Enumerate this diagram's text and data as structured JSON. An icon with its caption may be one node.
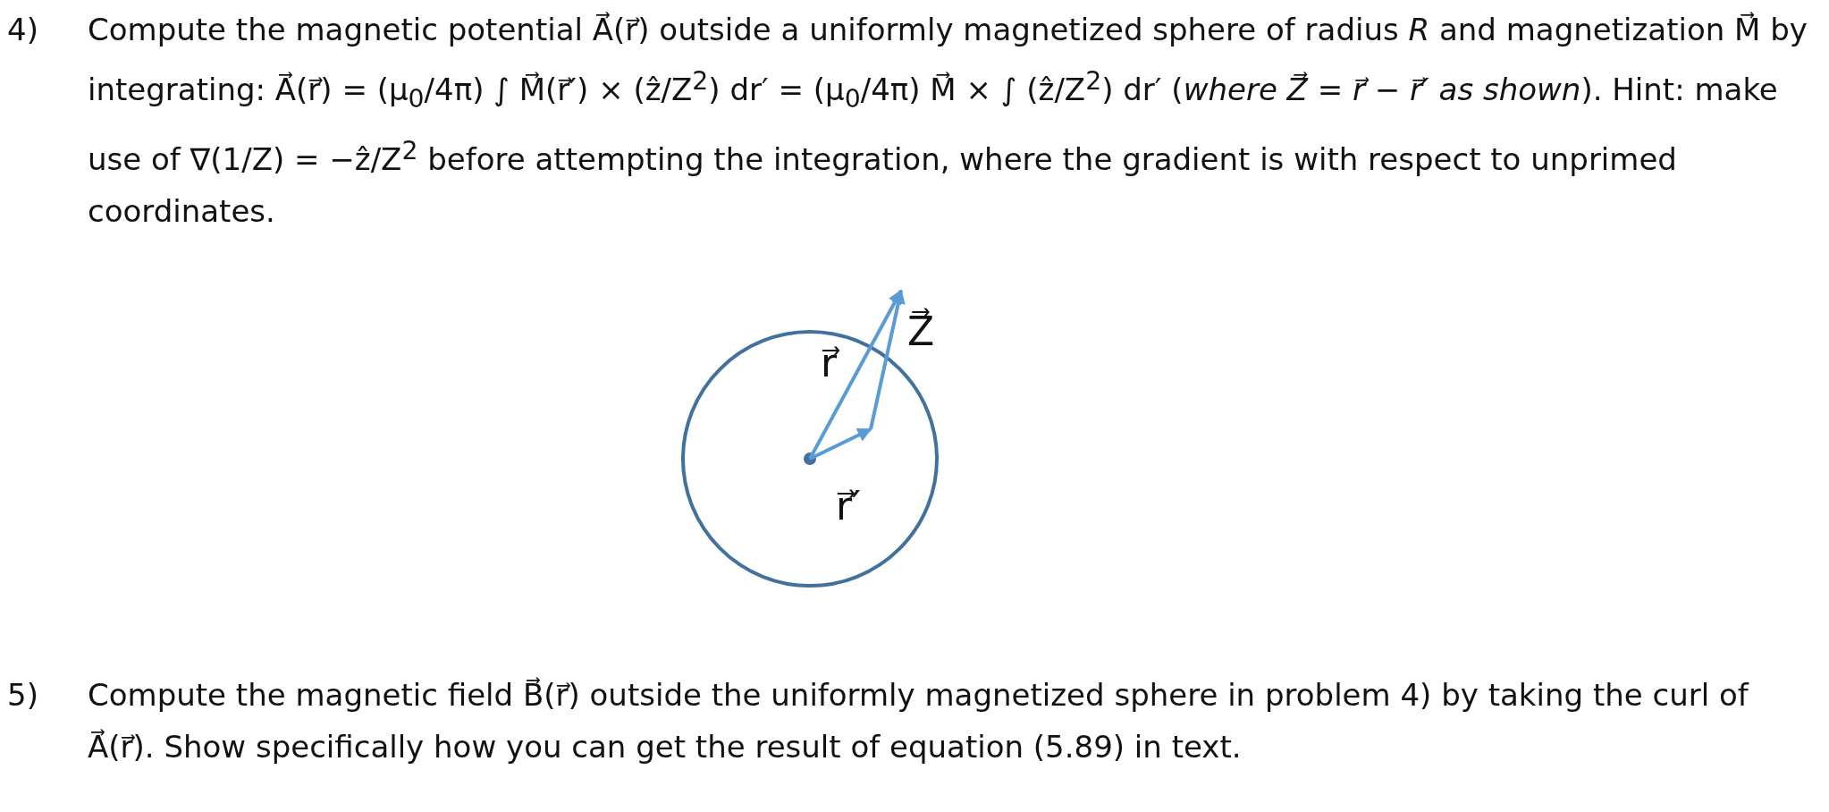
{
  "diagram": {
    "labels": [
      "4)",
      "Compute the magnetic potential A⃗(r⃗) outside a uniformly magnetized sphere of radius *R* and magnetization M⃗ by integrating: A⃗(r⃗) = (μ$_{0}$/4π) ∫ M⃗(r⃗′) × (ẑ/Z$^{2}$) dr′ = (μ$_{0}$/4π) M⃗ × ∫ (ẑ/Z$^{2}$) dr′ (*where Z⃗ = r⃗ − r⃗′ as shown*). Hint: make use of ∇(1/Z) = −ẑ/Z$^{2}$ before attempting the integration, where the gradient is with respect to unprimed coordinates.",
      "r⃗",
      "Z⃗",
      "r⃗′",
      "5)",
      "Compute the magnetic field B⃗(r⃗) outside the uniformly magnetized sphere in problem 4) by taking the curl of A⃗(r⃗). Show specifically how you can get the result of equation (5.89) in text."
    ]
  }
}
